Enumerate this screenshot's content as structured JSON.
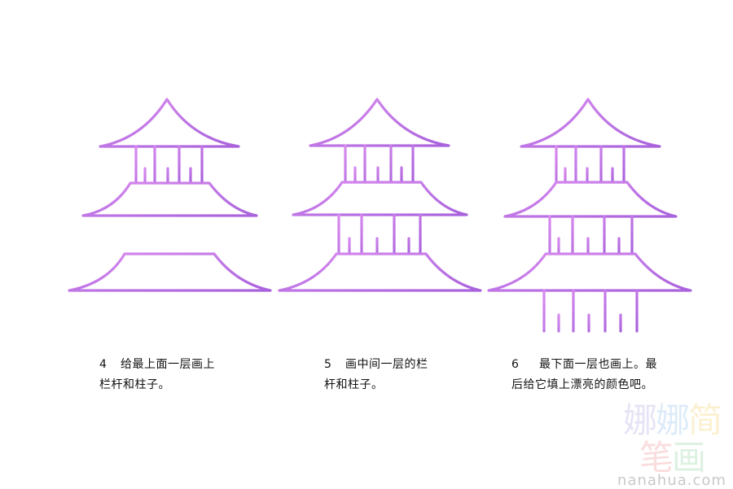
{
  "colors": {
    "stroke": "#cc77ee",
    "stroke_dark": "#9b55d6",
    "text": "#111111",
    "background": "#ffffff"
  },
  "steps": [
    {
      "number": "4",
      "line1": "给最上面一层画上",
      "line2": "栏杆和柱子。"
    },
    {
      "number": "5",
      "line1": "画中间一层的栏",
      "line2": "杆和柱子。"
    },
    {
      "number": "6",
      "line1": "最下面一层也画上。最",
      "line2": "后给它填上漂亮的颜色吧。"
    }
  ],
  "watermark": {
    "chars": [
      "娜",
      "娜",
      "简",
      "笔",
      "画"
    ],
    "site": "nanahua.com"
  }
}
